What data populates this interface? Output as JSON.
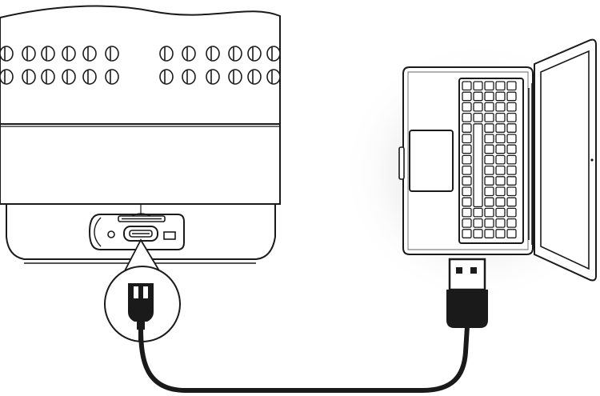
{
  "diagram": {
    "stroke_color": "#1a1a1a",
    "fill_color": "#ffffff",
    "shadow_color": "#e6e6e6",
    "elements": [
      {
        "id": "speaker",
        "icon": "cylindrical-speaker-icon"
      },
      {
        "id": "micro-usb-port",
        "icon": "micro-usb-port-icon"
      },
      {
        "id": "tf-card-slot",
        "icon": "sd-card-slot-icon"
      },
      {
        "id": "magnified-connector",
        "icon": "micro-usb-plug-icon"
      },
      {
        "id": "usb-cable",
        "icon": "cable-icon"
      },
      {
        "id": "usb-a-plug",
        "icon": "usb-a-plug-icon"
      },
      {
        "id": "laptop",
        "icon": "laptop-icon"
      }
    ]
  }
}
